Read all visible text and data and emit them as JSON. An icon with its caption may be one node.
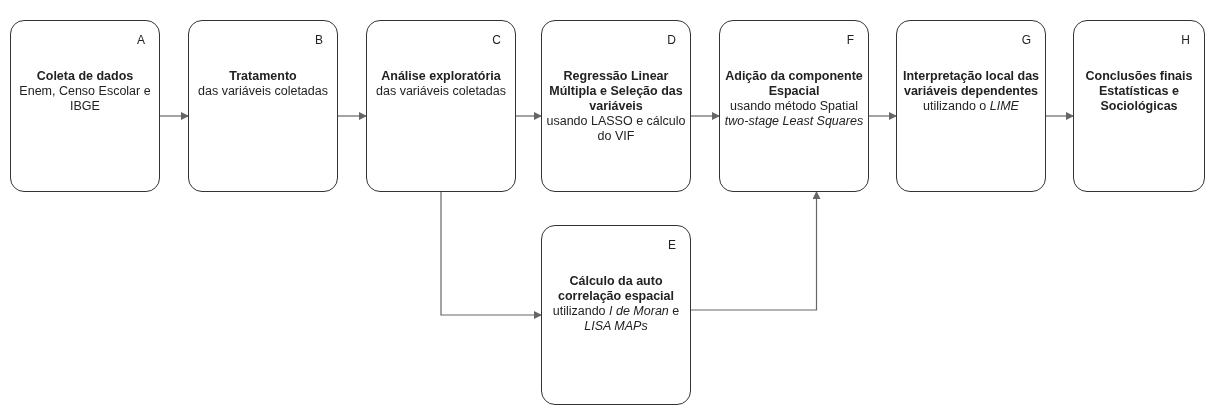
{
  "diagram": {
    "nodes": [
      {
        "text": [
          "A",
          "Coleta de dados",
          "Enem, Censo Escolar e IBGE"
        ]
      },
      {
        "text": [
          "B",
          "Tratamento",
          "das variáveis coletadas"
        ]
      },
      {
        "text": [
          "C",
          "Análise exploratória",
          "das variáveis coletadas"
        ]
      },
      {
        "text": [
          "D",
          "Regressão Linear Múltipla e Seleção das variáveis",
          "usando LASSO e cálculo do VIF"
        ]
      },
      {
        "text": [
          "E",
          "Cálculo da auto correlação espacial",
          "utilizando *I de Moran* e *LISA MAPs*"
        ]
      },
      {
        "text": [
          "F",
          "Adição da componente Espacial",
          "usando método Spatial *two-stage Least Squares*"
        ]
      },
      {
        "text": [
          "G",
          "Interpretação local das variáveis dependentes",
          "utilizando o *LIME*"
        ]
      },
      {
        "text": [
          "H",
          "Conclusões finais Estatísticas e Sociológicas"
        ]
      }
    ],
    "edges": [
      {
        "from": 0,
        "to": 1,
        "arrow": "to"
      },
      {
        "from": 1,
        "to": 2,
        "arrow": "to"
      },
      {
        "from": 2,
        "to": 3,
        "arrow": "to"
      },
      {
        "from": 3,
        "to": 5,
        "arrow": "to"
      },
      {
        "from": 5,
        "to": 6,
        "arrow": "to"
      },
      {
        "from": 6,
        "to": 7,
        "arrow": "to"
      },
      {
        "from": 2,
        "to": 4,
        "arrow": "to"
      },
      {
        "from": 4,
        "to": 5,
        "arrow": "to"
      }
    ]
  }
}
